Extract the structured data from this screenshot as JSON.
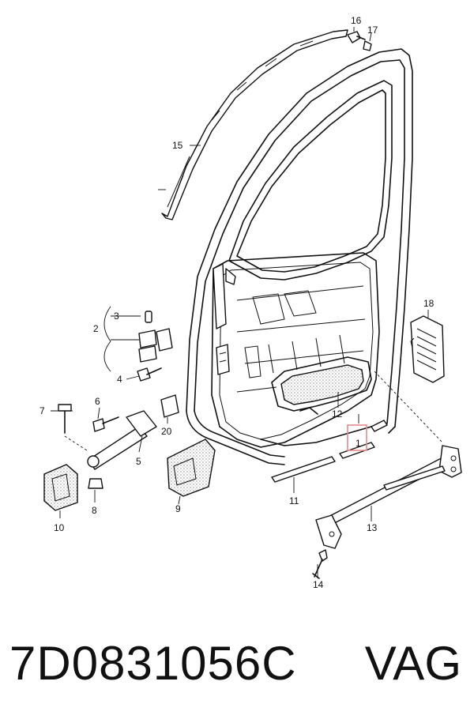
{
  "labels": {
    "l1": "1",
    "l2": "2",
    "l3": "3",
    "l4": "4",
    "l5": "5",
    "l6": "6",
    "l7": "7",
    "l8": "8",
    "l9": "9",
    "l10": "10",
    "l11": "11",
    "l12": "12",
    "l13": "13",
    "l14": "14",
    "l15": "15",
    "l16": "16",
    "l17": "17",
    "l18": "18",
    "l20": "20"
  },
  "highlight_color": "#e88a8a",
  "footer": {
    "part_number": "7D0831056C",
    "brand": "VAG"
  }
}
